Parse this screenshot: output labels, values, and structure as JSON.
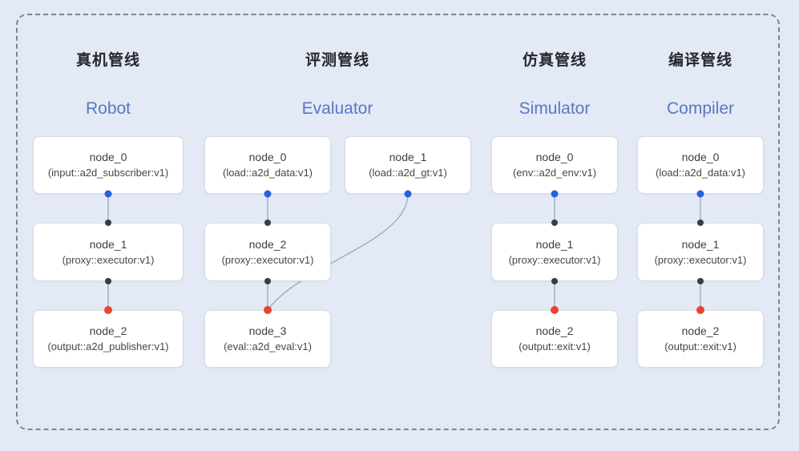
{
  "diagram": {
    "kind": "pipeline-flow-diagram",
    "colors": {
      "background": "#e4e9f6",
      "frame_dash": "#80868f",
      "node_bg": "#ffffff",
      "node_border": "#d7dbe4",
      "title_cn": "#26272d",
      "title_en": "#5878c2",
      "node_text": "#3d3f45",
      "edge_line": "#9ba7ba",
      "port_blue": "#2563da",
      "port_black": "#393c42",
      "port_red": "#e7462e"
    }
  },
  "pipelines": [
    {
      "title_cn": "真机管线",
      "title_en": "Robot",
      "nodes": [
        {
          "title": "node_0",
          "subtitle": "(input::a2d_subscriber:v1)"
        },
        {
          "title": "node_1",
          "subtitle": "(proxy::executor:v1)"
        },
        {
          "title": "node_2",
          "subtitle": "(output::a2d_publisher:v1)"
        }
      ]
    },
    {
      "title_cn": "评测管线",
      "title_en": "Evaluator",
      "nodes": [
        {
          "title": "node_0",
          "subtitle": "(load::a2d_data:v1)"
        },
        {
          "title": "node_1",
          "subtitle": "(load::a2d_gt:v1)"
        },
        {
          "title": "node_2",
          "subtitle": "(proxy::executor:v1)"
        },
        {
          "title": "node_3",
          "subtitle": "(eval::a2d_eval:v1)"
        }
      ]
    },
    {
      "title_cn": "仿真管线",
      "title_en": "Simulator",
      "nodes": [
        {
          "title": "node_0",
          "subtitle": "(env::a2d_env:v1)"
        },
        {
          "title": "node_1",
          "subtitle": "(proxy::executor:v1)"
        },
        {
          "title": "node_2",
          "subtitle": "(output::exit:v1)"
        }
      ]
    },
    {
      "title_cn": "编译管线",
      "title_en": "Compiler",
      "nodes": [
        {
          "title": "node_0",
          "subtitle": "(load::a2d_data:v1)"
        },
        {
          "title": "node_1",
          "subtitle": "(proxy::executor:v1)"
        },
        {
          "title": "node_2",
          "subtitle": "(output::exit:v1)"
        }
      ]
    }
  ],
  "edges": [
    {
      "from": "robot.node_0",
      "to": "robot.node_1",
      "from_port": "blue",
      "to_port": "black"
    },
    {
      "from": "robot.node_1",
      "to": "robot.node_2",
      "from_port": "black",
      "to_port": "red"
    },
    {
      "from": "evaluator.node_0",
      "to": "evaluator.node_2",
      "from_port": "blue",
      "to_port": "black"
    },
    {
      "from": "evaluator.node_1",
      "to": "evaluator.node_3",
      "from_port": "blue",
      "to_port": "red"
    },
    {
      "from": "evaluator.node_2",
      "to": "evaluator.node_3",
      "from_port": "black",
      "to_port": "red"
    },
    {
      "from": "simulator.node_0",
      "to": "simulator.node_1",
      "from_port": "blue",
      "to_port": "black"
    },
    {
      "from": "simulator.node_1",
      "to": "simulator.node_2",
      "from_port": "black",
      "to_port": "red"
    },
    {
      "from": "compiler.node_0",
      "to": "compiler.node_1",
      "from_port": "blue",
      "to_port": "black"
    },
    {
      "from": "compiler.node_1",
      "to": "compiler.node_2",
      "from_port": "black",
      "to_port": "red"
    }
  ]
}
